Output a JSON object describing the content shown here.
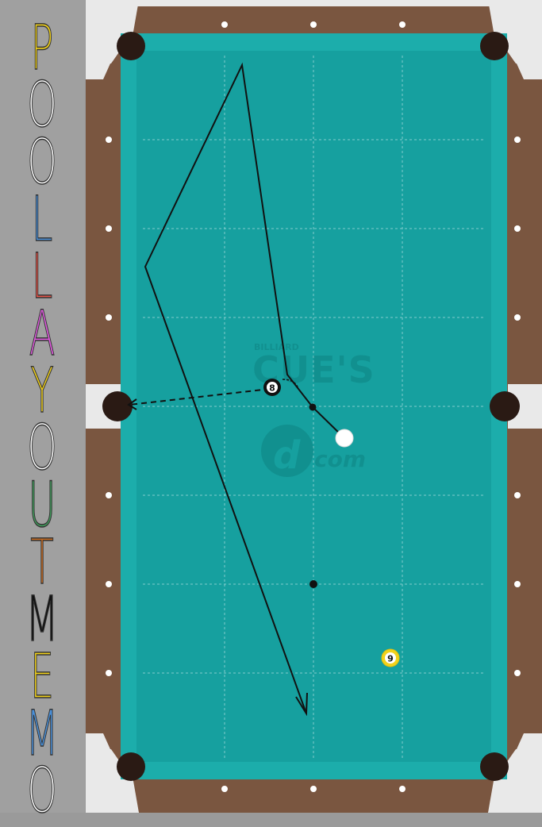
{
  "title_letters": [
    {
      "char": "P",
      "color": "#f2d21b"
    },
    {
      "char": "O",
      "color": "#ffffff"
    },
    {
      "char": "O",
      "color": "#ffffff"
    },
    {
      "char": "L",
      "color": "#4a90d9"
    },
    {
      "char": "L",
      "color": "#e8564a"
    },
    {
      "char": "A",
      "color": "#e25be0"
    },
    {
      "char": "Y",
      "color": "#f2d21b"
    },
    {
      "char": "O",
      "color": "#ffffff"
    },
    {
      "char": "U",
      "color": "#3f9a5a"
    },
    {
      "char": "T",
      "color": "#c76a1f"
    },
    {
      "char": "M",
      "color": "#111111"
    },
    {
      "char": "E",
      "color": "#f2d21b"
    },
    {
      "char": "M",
      "color": "#4a90d9"
    },
    {
      "char": "O",
      "color": "#ffffff"
    }
  ],
  "watermark": {
    "small": "BILLIARD",
    "brand": "CUE'S",
    "suffix": "com"
  },
  "balls": [
    {
      "label": "8",
      "kind": "eight"
    },
    {
      "label": "9",
      "kind": "nine"
    },
    {
      "label": "",
      "kind": "cue"
    }
  ],
  "colors": {
    "cloth": "#16a09f",
    "cushion": "#1cadab",
    "rail": "#7a5640",
    "pocket_frame": "#ffffff",
    "pocket": "#2a1a14",
    "sidebar": "#a0a0a0"
  }
}
